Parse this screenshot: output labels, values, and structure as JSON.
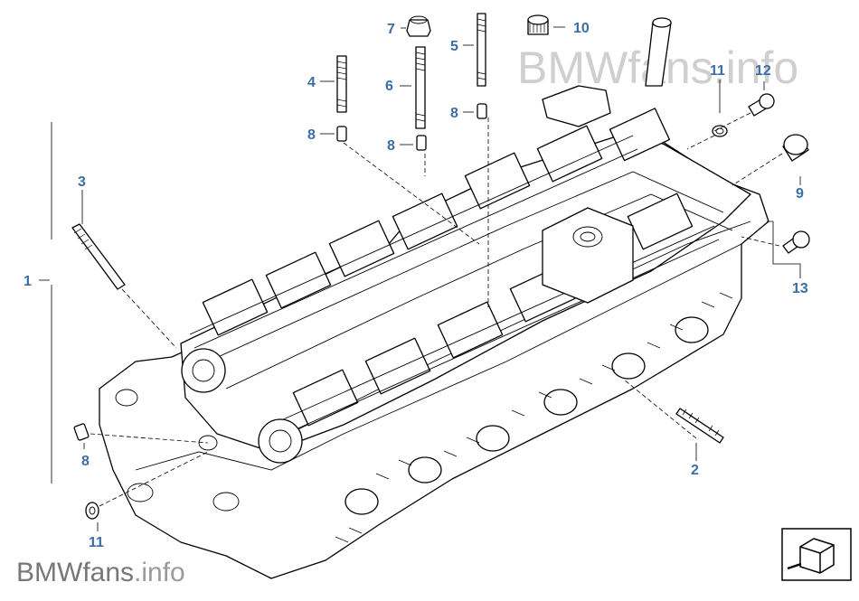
{
  "watermark": {
    "top": "BMWfans.info",
    "bottom_main": "BMWfans",
    "bottom_suffix": ".info"
  },
  "callouts": [
    {
      "id": "c1",
      "label": "1"
    },
    {
      "id": "c2",
      "label": "2"
    },
    {
      "id": "c3",
      "label": "3"
    },
    {
      "id": "c4",
      "label": "4"
    },
    {
      "id": "c5",
      "label": "5"
    },
    {
      "id": "c6",
      "label": "6"
    },
    {
      "id": "c7",
      "label": "7"
    },
    {
      "id": "c8a",
      "label": "8"
    },
    {
      "id": "c8b",
      "label": "8"
    },
    {
      "id": "c8c",
      "label": "8"
    },
    {
      "id": "c8d",
      "label": "8"
    },
    {
      "id": "c9",
      "label": "9"
    },
    {
      "id": "c10",
      "label": "10"
    },
    {
      "id": "c11a",
      "label": "11"
    },
    {
      "id": "c11b",
      "label": "11"
    },
    {
      "id": "c12",
      "label": "12"
    },
    {
      "id": "c13",
      "label": "13"
    }
  ],
  "colors": {
    "callout": "#3a6ea5",
    "watermark_top": "#cfcfcf",
    "watermark_bottom": "#777777"
  },
  "icons": [
    "cube-icon"
  ]
}
